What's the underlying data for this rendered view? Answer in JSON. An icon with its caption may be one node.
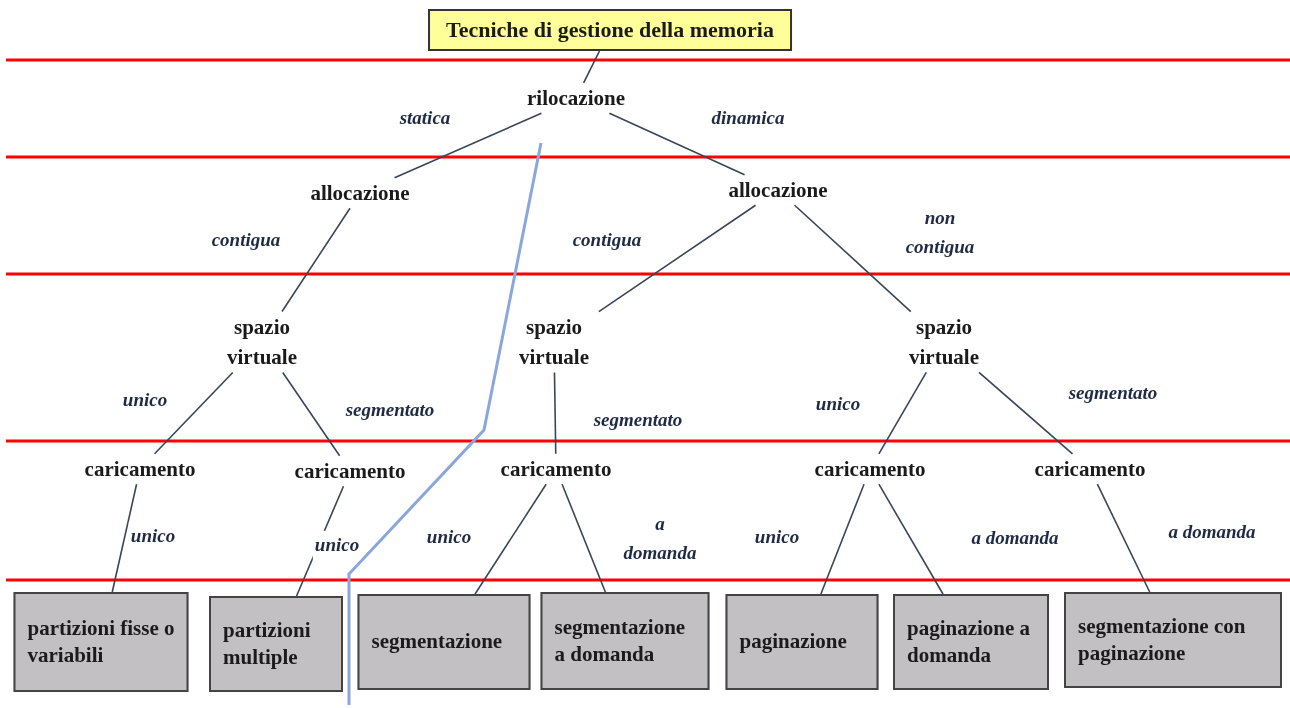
{
  "diagram": {
    "nodes": [
      {
        "text": [
          "Tecniche di gestione della memoria"
        ]
      },
      {
        "text": [
          "rilocazione"
        ]
      },
      {
        "text": [
          "allocazione"
        ]
      },
      {
        "text": [
          "allocazione"
        ]
      },
      {
        "text": [
          "spazio virtuale"
        ]
      },
      {
        "text": [
          "spazio virtuale"
        ]
      },
      {
        "text": [
          "spazio virtuale"
        ]
      },
      {
        "text": [
          "caricamento"
        ]
      },
      {
        "text": [
          "caricamento"
        ]
      },
      {
        "text": [
          "caricamento"
        ]
      },
      {
        "text": [
          "caricamento"
        ]
      },
      {
        "text": [
          "caricamento"
        ]
      },
      {
        "text": [
          "partizioni fisse o variabili"
        ]
      },
      {
        "text": [
          "partizioni multiple"
        ]
      },
      {
        "text": [
          "segmentazione"
        ]
      },
      {
        "text": [
          "segmentazione a domanda"
        ]
      },
      {
        "text": [
          "paginazione"
        ]
      },
      {
        "text": [
          "paginazione a domanda"
        ]
      },
      {
        "text": [
          "segmentazione con paginazione"
        ]
      }
    ],
    "edges": [
      {
        "from": 0,
        "to": 1,
        "arrow": "none"
      },
      {
        "from": 1,
        "to": 2,
        "arrow": "none",
        "label": "statica"
      },
      {
        "from": 1,
        "to": 3,
        "arrow": "none",
        "label": "dinamica"
      },
      {
        "from": 2,
        "to": 4,
        "arrow": "none",
        "label": "contigua"
      },
      {
        "from": 3,
        "to": 5,
        "arrow": "none",
        "label": "contigua"
      },
      {
        "from": 3,
        "to": 6,
        "arrow": "none",
        "label": "non contigua"
      },
      {
        "from": 4,
        "to": 7,
        "arrow": "none",
        "label": "unico"
      },
      {
        "from": 4,
        "to": 8,
        "arrow": "none",
        "label": "segmentato"
      },
      {
        "from": 5,
        "to": 9,
        "arrow": "none",
        "label": "segmentato"
      },
      {
        "from": 6,
        "to": 10,
        "arrow": "none",
        "label": "unico"
      },
      {
        "from": 6,
        "to": 11,
        "arrow": "none",
        "label": "segmentato"
      },
      {
        "from": 7,
        "to": 12,
        "arrow": "none",
        "label": "unico"
      },
      {
        "from": 8,
        "to": 13,
        "arrow": "none",
        "label": "unico"
      },
      {
        "from": 9,
        "to": 14,
        "arrow": "none",
        "label": "unico"
      },
      {
        "from": 9,
        "to": 15,
        "arrow": "none",
        "label": "a domanda"
      },
      {
        "from": 10,
        "to": 16,
        "arrow": "none",
        "label": "unico"
      },
      {
        "from": 10,
        "to": 17,
        "arrow": "none",
        "label": "a domanda"
      },
      {
        "from": 11,
        "to": 18,
        "arrow": "none",
        "label": "a domanda"
      }
    ]
  }
}
